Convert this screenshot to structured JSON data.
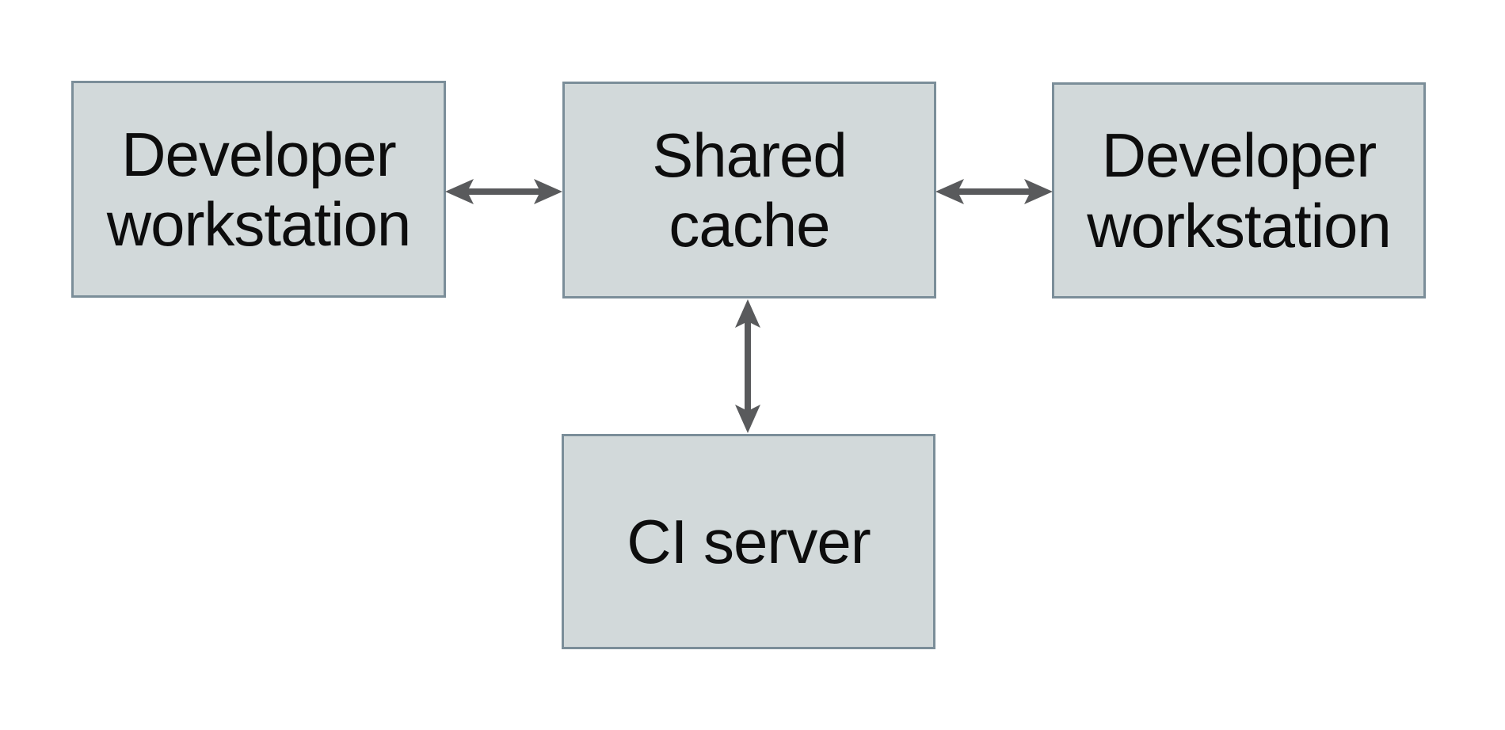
{
  "diagram": {
    "type": "architecture-diagram",
    "background": "#ffffff",
    "nodes": [
      {
        "id": "dev-workstation-left",
        "label": "Developer\nworkstation",
        "shape": "rectangle"
      },
      {
        "id": "shared-cache",
        "label": "Shared\ncache",
        "shape": "rectangle"
      },
      {
        "id": "dev-workstation-right",
        "label": "Developer\nworkstation",
        "shape": "rectangle"
      },
      {
        "id": "ci-server",
        "label": "CI server",
        "shape": "rectangle"
      }
    ],
    "edges": [
      {
        "from": "dev-workstation-left",
        "to": "shared-cache",
        "direction": "bidirectional",
        "orientation": "horizontal"
      },
      {
        "from": "dev-workstation-right",
        "to": "shared-cache",
        "direction": "bidirectional",
        "orientation": "horizontal"
      },
      {
        "from": "ci-server",
        "to": "shared-cache",
        "direction": "bidirectional",
        "orientation": "vertical"
      }
    ]
  },
  "colors": {
    "canvas_bg": "#ffffff",
    "node_fill": "#d2d9da",
    "node_border": "#7b8e99",
    "arrow_color": "#595a5c",
    "text_color": "#0d0d0d"
  }
}
